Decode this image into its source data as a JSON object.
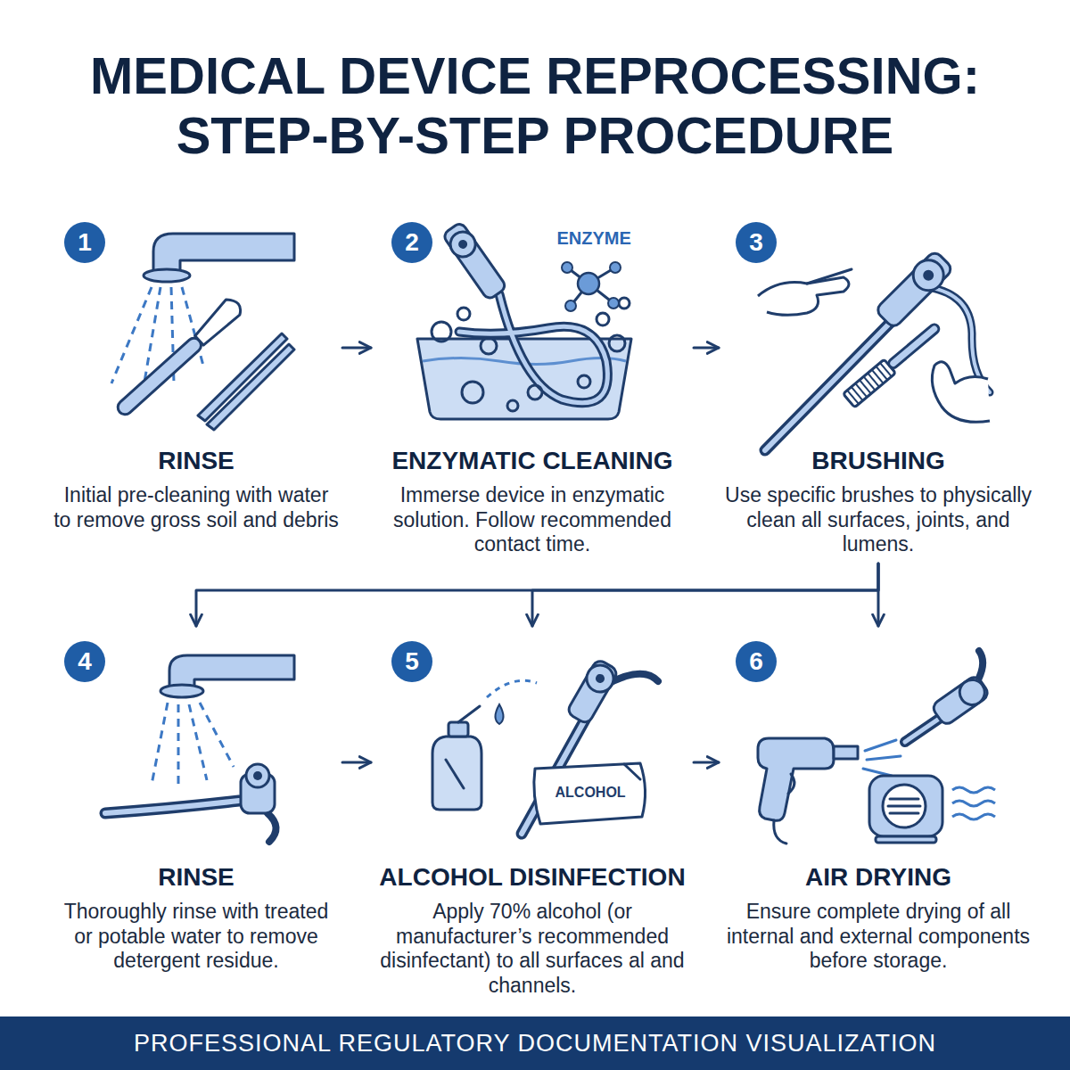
{
  "diagram": {
    "title": "MEDICAL DEVICE REPROCESSING: STEP-BY-STEP PROCEDURE",
    "caption": "PROFESSIONAL REGULATORY DOCUMENTATION VISUALIZATION",
    "nodes": [
      {
        "text": [
          "1",
          "RINSE",
          "Initial pre-cleaning with water to remove gross soil and debris"
        ]
      },
      {
        "text": [
          "2",
          "ENZYMATIC CLEANING",
          "Immerse device in enzymatic solution. Follow recommended contact time."
        ]
      },
      {
        "text": [
          "3",
          "BRUSHING",
          "Use specific brushes to physically clean all surfaces, joints, and lumens."
        ]
      },
      {
        "text": [
          "4",
          "RINSE",
          "Thoroughly rinse with treated or potable water to remove detergent residue."
        ]
      },
      {
        "text": [
          "5",
          "ALCOHOL DISINFECTION",
          "Apply 70% alcohol (or manufacturer’s recommended disinfectant) to all surfaces al and channels."
        ]
      },
      {
        "text": [
          "6",
          "AIR DRYING",
          "Ensure complete drying of all internal and external components before storage."
        ]
      }
    ],
    "edges": [
      {
        "from": 0,
        "to": 1,
        "arrow": "to"
      },
      {
        "from": 1,
        "to": 2,
        "arrow": "to"
      },
      {
        "from": 2,
        "to": 3,
        "arrow": "to"
      },
      {
        "from": 2,
        "to": 4,
        "arrow": "to"
      },
      {
        "from": 2,
        "to": 5,
        "arrow": "to"
      },
      {
        "from": 3,
        "to": 4,
        "arrow": "to"
      },
      {
        "from": 4,
        "to": 5,
        "arrow": "to"
      }
    ],
    "labels": [
      "ENZYME",
      "ALCOHOL"
    ]
  }
}
